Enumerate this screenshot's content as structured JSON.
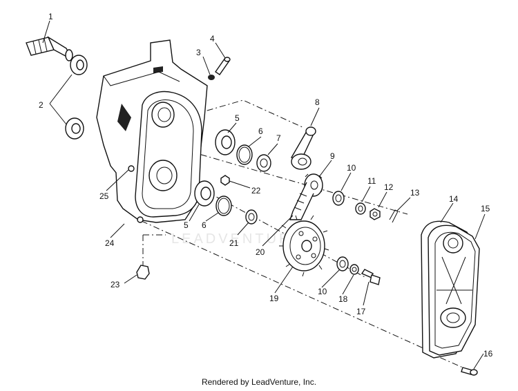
{
  "callouts": {
    "c1": "1",
    "c2": "2",
    "c3": "3",
    "c4": "4",
    "c5a": "5",
    "c5b": "5",
    "c6a": "6",
    "c6b": "6",
    "c7": "7",
    "c8": "8",
    "c9": "9",
    "c10a": "10",
    "c10b": "10",
    "c11": "11",
    "c12": "12",
    "c13": "13",
    "c14": "14",
    "c15": "15",
    "c16": "16",
    "c17": "17",
    "c18": "18",
    "c19": "19",
    "c20": "20",
    "c21": "21",
    "c22": "22",
    "c23": "23",
    "c24": "24",
    "c25": "25"
  },
  "watermark": "LEADVENTURE",
  "footer": "Rendered by LeadVenture, Inc."
}
